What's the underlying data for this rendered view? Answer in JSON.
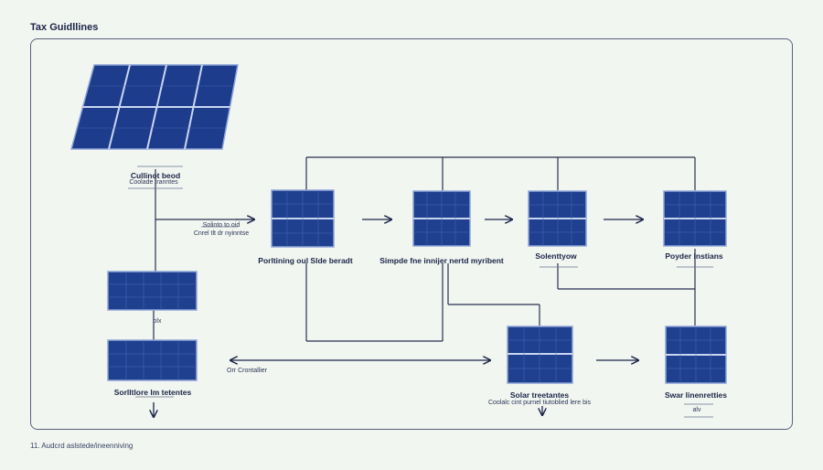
{
  "header": {
    "title": "Tax Guidllines"
  },
  "footer": {
    "note": "11. Audcrd aslstede/ineenniving"
  },
  "colors": {
    "panel": "#1f3f8f",
    "panel_dark": "#15306e",
    "line": "#2a3050",
    "background": "#f1f6f0"
  },
  "labels": {
    "top_panel_title": "Cullinot beod",
    "top_panel_sub": "Coolade tranntes",
    "arrow1_line1": "Solinto to oid",
    "arrow1_line2": "Cnrel tlt dr nyinntse",
    "panel1": "Porltining oul Slde beradt",
    "panel2": "Simpde fne innijer nertd myribent",
    "panel3": "Solenttyow",
    "panel4": "Poyder lnstians",
    "left_small": "olx",
    "left_bottom": "Sorlltlore lm tetentes",
    "left_arrow": "Orr Crontallier",
    "bottom_center": "Solar treetantes",
    "bottom_center_sub": "Coolalc cint purnel tiutoblied lere bis",
    "bottom_right": "Swar linenretties",
    "bottom_right_sub": "alv"
  }
}
